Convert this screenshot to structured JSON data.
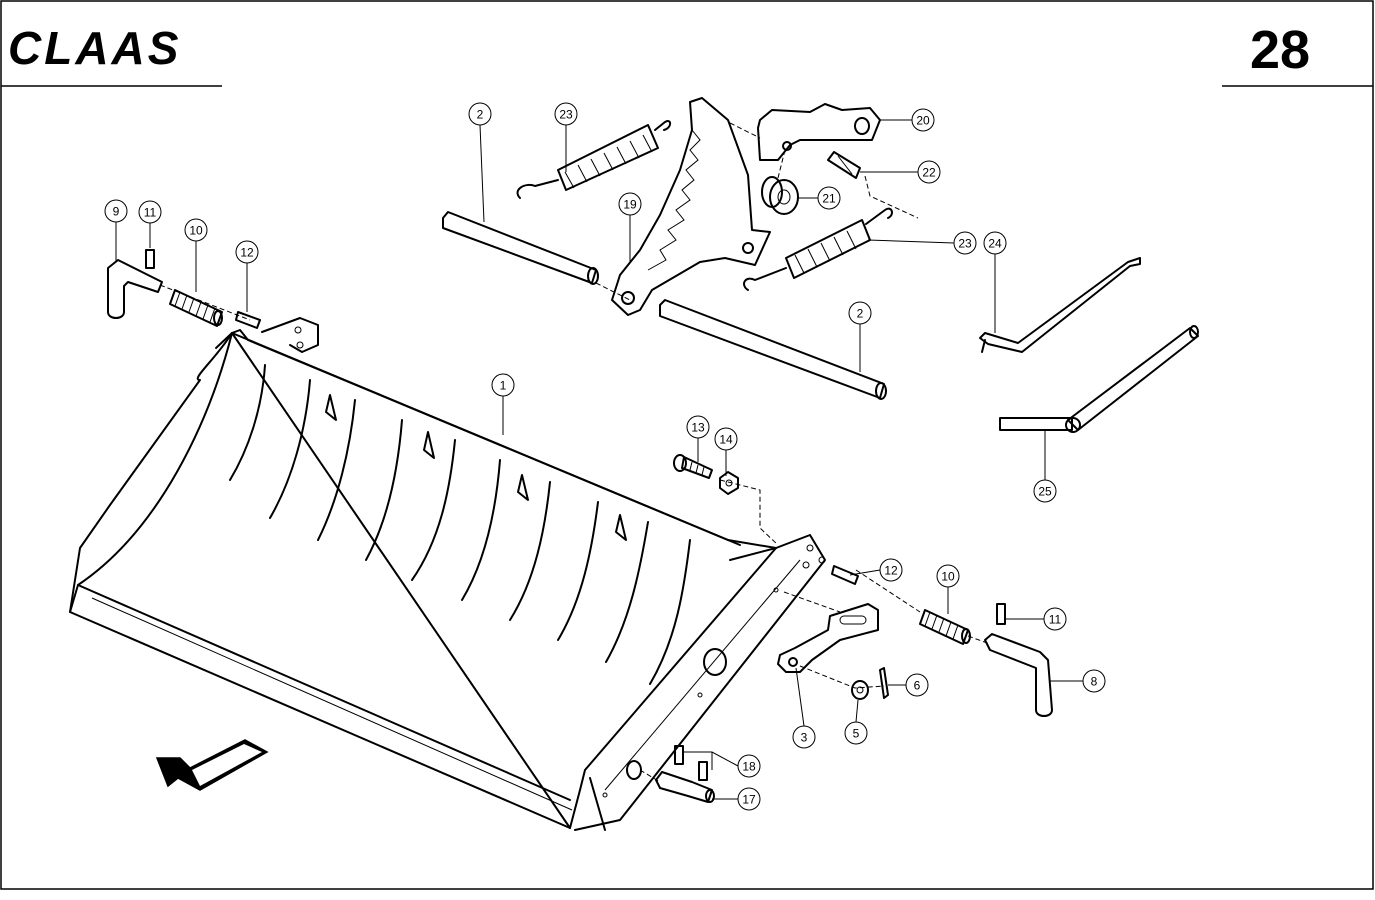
{
  "header": {
    "brand": "CLAAS",
    "page_number": "28"
  },
  "callouts": [
    {
      "label": "1"
    },
    {
      "label": "2"
    },
    {
      "label": "2"
    },
    {
      "label": "3"
    },
    {
      "label": "5"
    },
    {
      "label": "6"
    },
    {
      "label": "8"
    },
    {
      "label": "9"
    },
    {
      "label": "10"
    },
    {
      "label": "10"
    },
    {
      "label": "11"
    },
    {
      "label": "11"
    },
    {
      "label": "12"
    },
    {
      "label": "12"
    },
    {
      "label": "13"
    },
    {
      "label": "14"
    },
    {
      "label": "17"
    },
    {
      "label": "18"
    },
    {
      "label": "19"
    },
    {
      "label": "20"
    },
    {
      "label": "21"
    },
    {
      "label": "22"
    },
    {
      "label": "23"
    },
    {
      "label": "23"
    },
    {
      "label": "24"
    },
    {
      "label": "25"
    }
  ],
  "colors": {
    "ink": "#000000",
    "paper": "#ffffff"
  },
  "icons": {
    "direction": "direction-arrow-icon"
  }
}
